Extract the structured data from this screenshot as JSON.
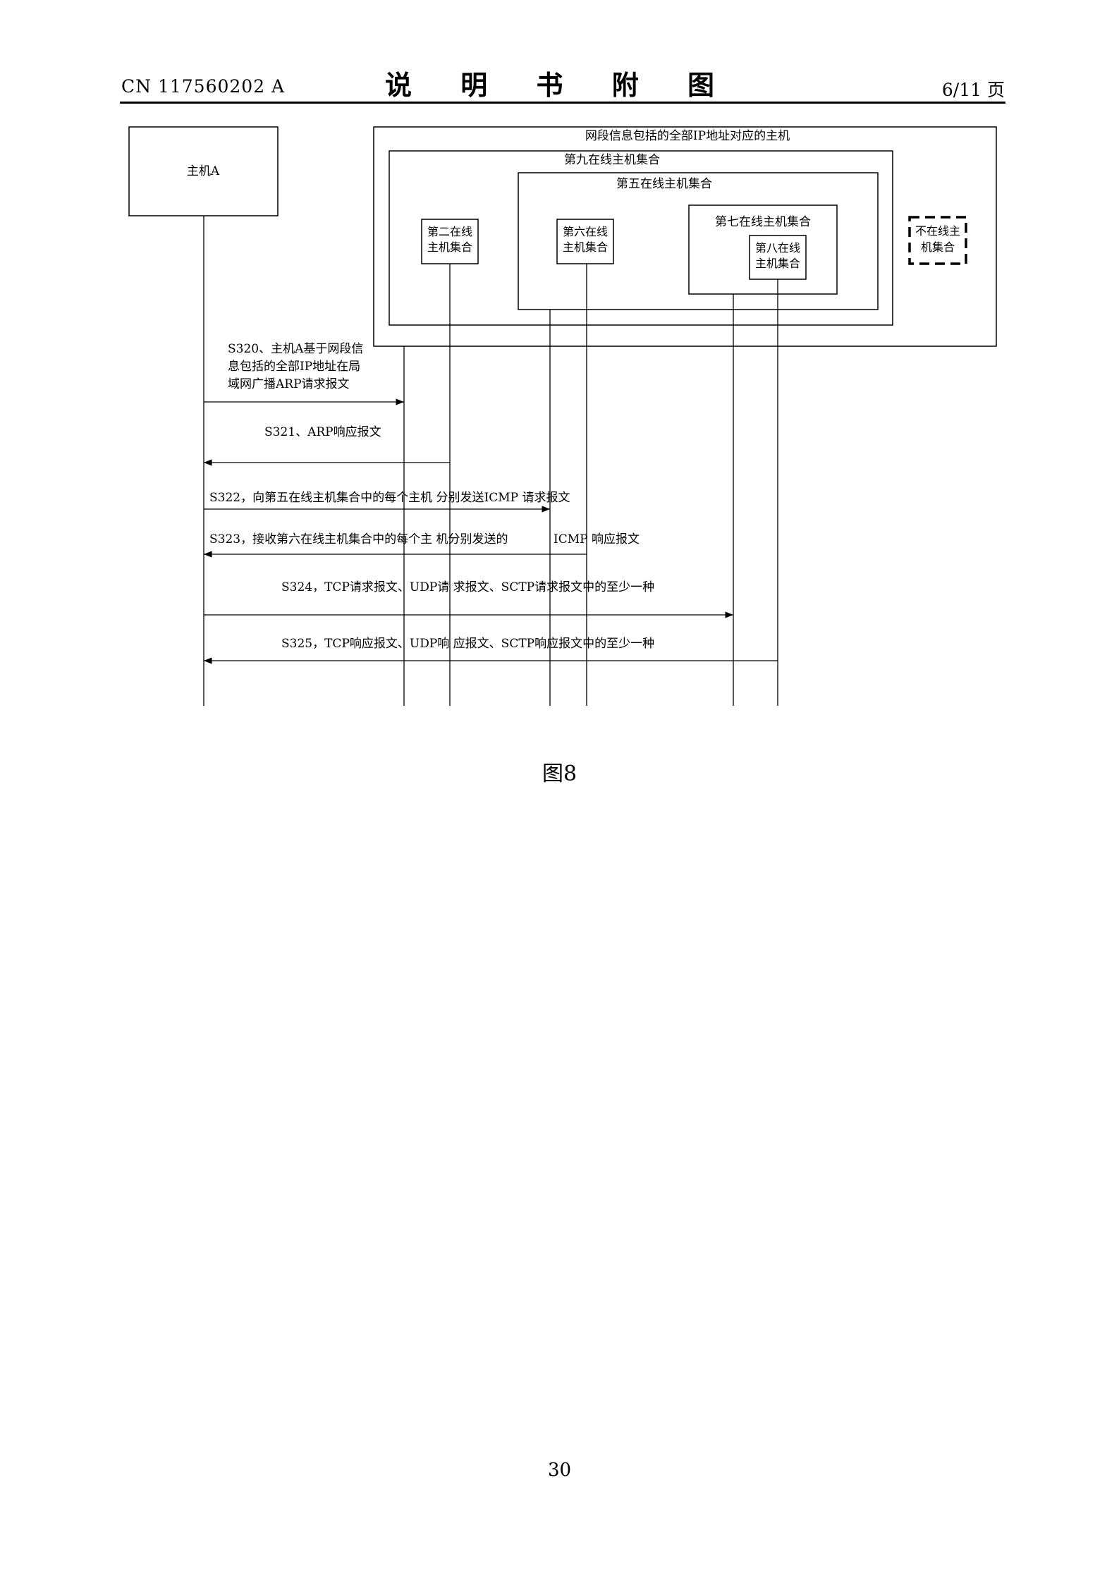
{
  "header": {
    "patent_number": "CN 117560202 A",
    "title": "说 明 书 附 图",
    "page_of": "6/11 页"
  },
  "diagram": {
    "participants": {
      "host_a": "主机A",
      "all_ip_hosts": "网段信息包括的全部IP地址对应的主机",
      "ninth_online": "第九在线主机集合",
      "fifth_online": "第五在线主机集合",
      "second_online": [
        "第二在线",
        "主机集合"
      ],
      "sixth_online": [
        "第六在线",
        "主机集合"
      ],
      "seventh_online": "第七在线主机集合",
      "eighth_online": [
        "第八在线",
        "主机集合"
      ],
      "offline": [
        "不在线主",
        "机集合"
      ]
    },
    "messages": {
      "s320": [
        "S320、主机A基于网段信",
        "息包括的全部IP地址在局",
        "域网广播ARP请求报文"
      ],
      "s321": "S321、ARP响应报文",
      "s322": "S322，向第五在线主机集合中的每个主机 分别发送ICMP 请求报文",
      "s323_a": "S323，接收第六在线主机集合中的每个主 机分别发送的",
      "s323_b": "ICMP 响应报文",
      "s324": "S324，TCP请求报文、UDP请 求报文、SCTP请求报文中的至少一种",
      "s325": "S325，TCP响应报文、UDP响 应报文、SCTP响应报文中的至少一种"
    }
  },
  "figure_caption": "图8",
  "page_number": "30"
}
